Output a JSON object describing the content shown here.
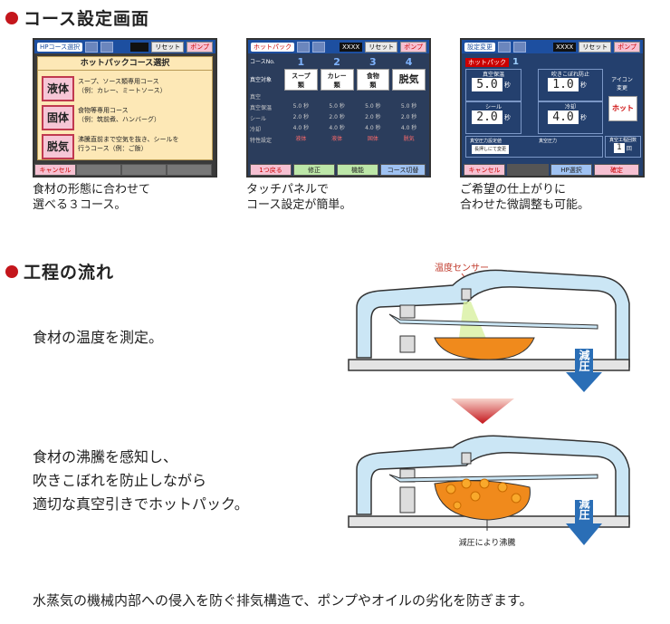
{
  "sections": {
    "course": {
      "title": "コース設定画面"
    },
    "process": {
      "title": "工程の流れ"
    }
  },
  "screens": {
    "select": {
      "title_tag": "HPコース選択",
      "reset": "リセット",
      "pump": "ポンプ",
      "heading": "ホットパックコース選択",
      "options": [
        {
          "label": "液体",
          "desc": "スープ、ソース類専用コース\n（例：カレー、ミートソース）"
        },
        {
          "label": "固体",
          "desc": "食物等専用コース\n（例：筑前煮、ハンバーグ）"
        },
        {
          "label": "脱気",
          "desc": "沸騰直前まで空気を抜き、シールを\n行うコース（例：ご飯）"
        }
      ],
      "cancel": "キャンセル"
    },
    "settings": {
      "title_tag": "ホットパック",
      "counter": "XXXX",
      "reset": "リセット",
      "pump": "ポンプ",
      "row_labels": [
        "コースNo.",
        "真空対象",
        "真空",
        "真空保温",
        "シール",
        "冷却",
        "特性設定"
      ],
      "columns": [
        {
          "no": "1",
          "name": "スープ\n類",
          "vals": [
            "5.0 秒",
            "2.0 秒",
            "4.0 秒"
          ],
          "type": "液体"
        },
        {
          "no": "2",
          "name": "カレー\n類",
          "vals": [
            "5.0 秒",
            "2.0 秒",
            "4.0 秒"
          ],
          "type": "液体"
        },
        {
          "no": "3",
          "name": "食物\n類",
          "vals": [
            "5.0 秒",
            "2.0 秒",
            "4.0 秒"
          ],
          "type": "固体"
        },
        {
          "no": "4",
          "name": "脱気",
          "vals": [
            "5.0 秒",
            "2.0 秒",
            "4.0 秒"
          ],
          "type": "脱気"
        }
      ],
      "buttons": [
        "1つ戻る",
        "修正",
        "機能",
        "コース切替"
      ]
    },
    "adjust": {
      "title_tag": "設定変更",
      "counter": "XXXX",
      "reset": "リセット",
      "pump": "ポンプ",
      "sub_tag": "ホットパック",
      "course_no": "1",
      "fields": [
        {
          "label": "真空保温",
          "value": "5.0",
          "unit": "秒"
        },
        {
          "label": "吹きこぼれ防止",
          "value": "1.0",
          "unit": "秒"
        },
        {
          "label": "シール",
          "value": "2.0",
          "unit": "秒"
        },
        {
          "label": "冷却",
          "value": "4.0",
          "unit": "秒"
        }
      ],
      "icon_label": "アイコン\n変更",
      "icon_value": "ホット",
      "bottom_left_label": "真空圧力設定値",
      "bottom_mid_label": "真空圧力",
      "bottom_btn": "長押しにて変更",
      "count_label": "真空工程回数",
      "count_value": "1",
      "count_unit": "回",
      "buttons": [
        "キャンセル",
        "HP選択",
        "確定"
      ]
    }
  },
  "captions": {
    "c1": "食材の形態に合わせて\n選べる３コース。",
    "c2": "タッチパネルで\nコース設定が簡単。",
    "c3": "ご希望の仕上がりに\n合わせた微調整も可能。"
  },
  "process": {
    "step1": "食材の温度を測定。",
    "step2": "食材の沸騰を感知し、\n吹きこぼれを防止しながら\n適切な真空引きでホットパック。",
    "sensor_label": "温度センサー",
    "arrow_label": "減圧",
    "boil_label": "減圧により沸騰"
  },
  "footer": "水蒸気の機械内部への侵入を防ぐ排気構造で、ポンプやオイルの劣化を防ぎます。"
}
